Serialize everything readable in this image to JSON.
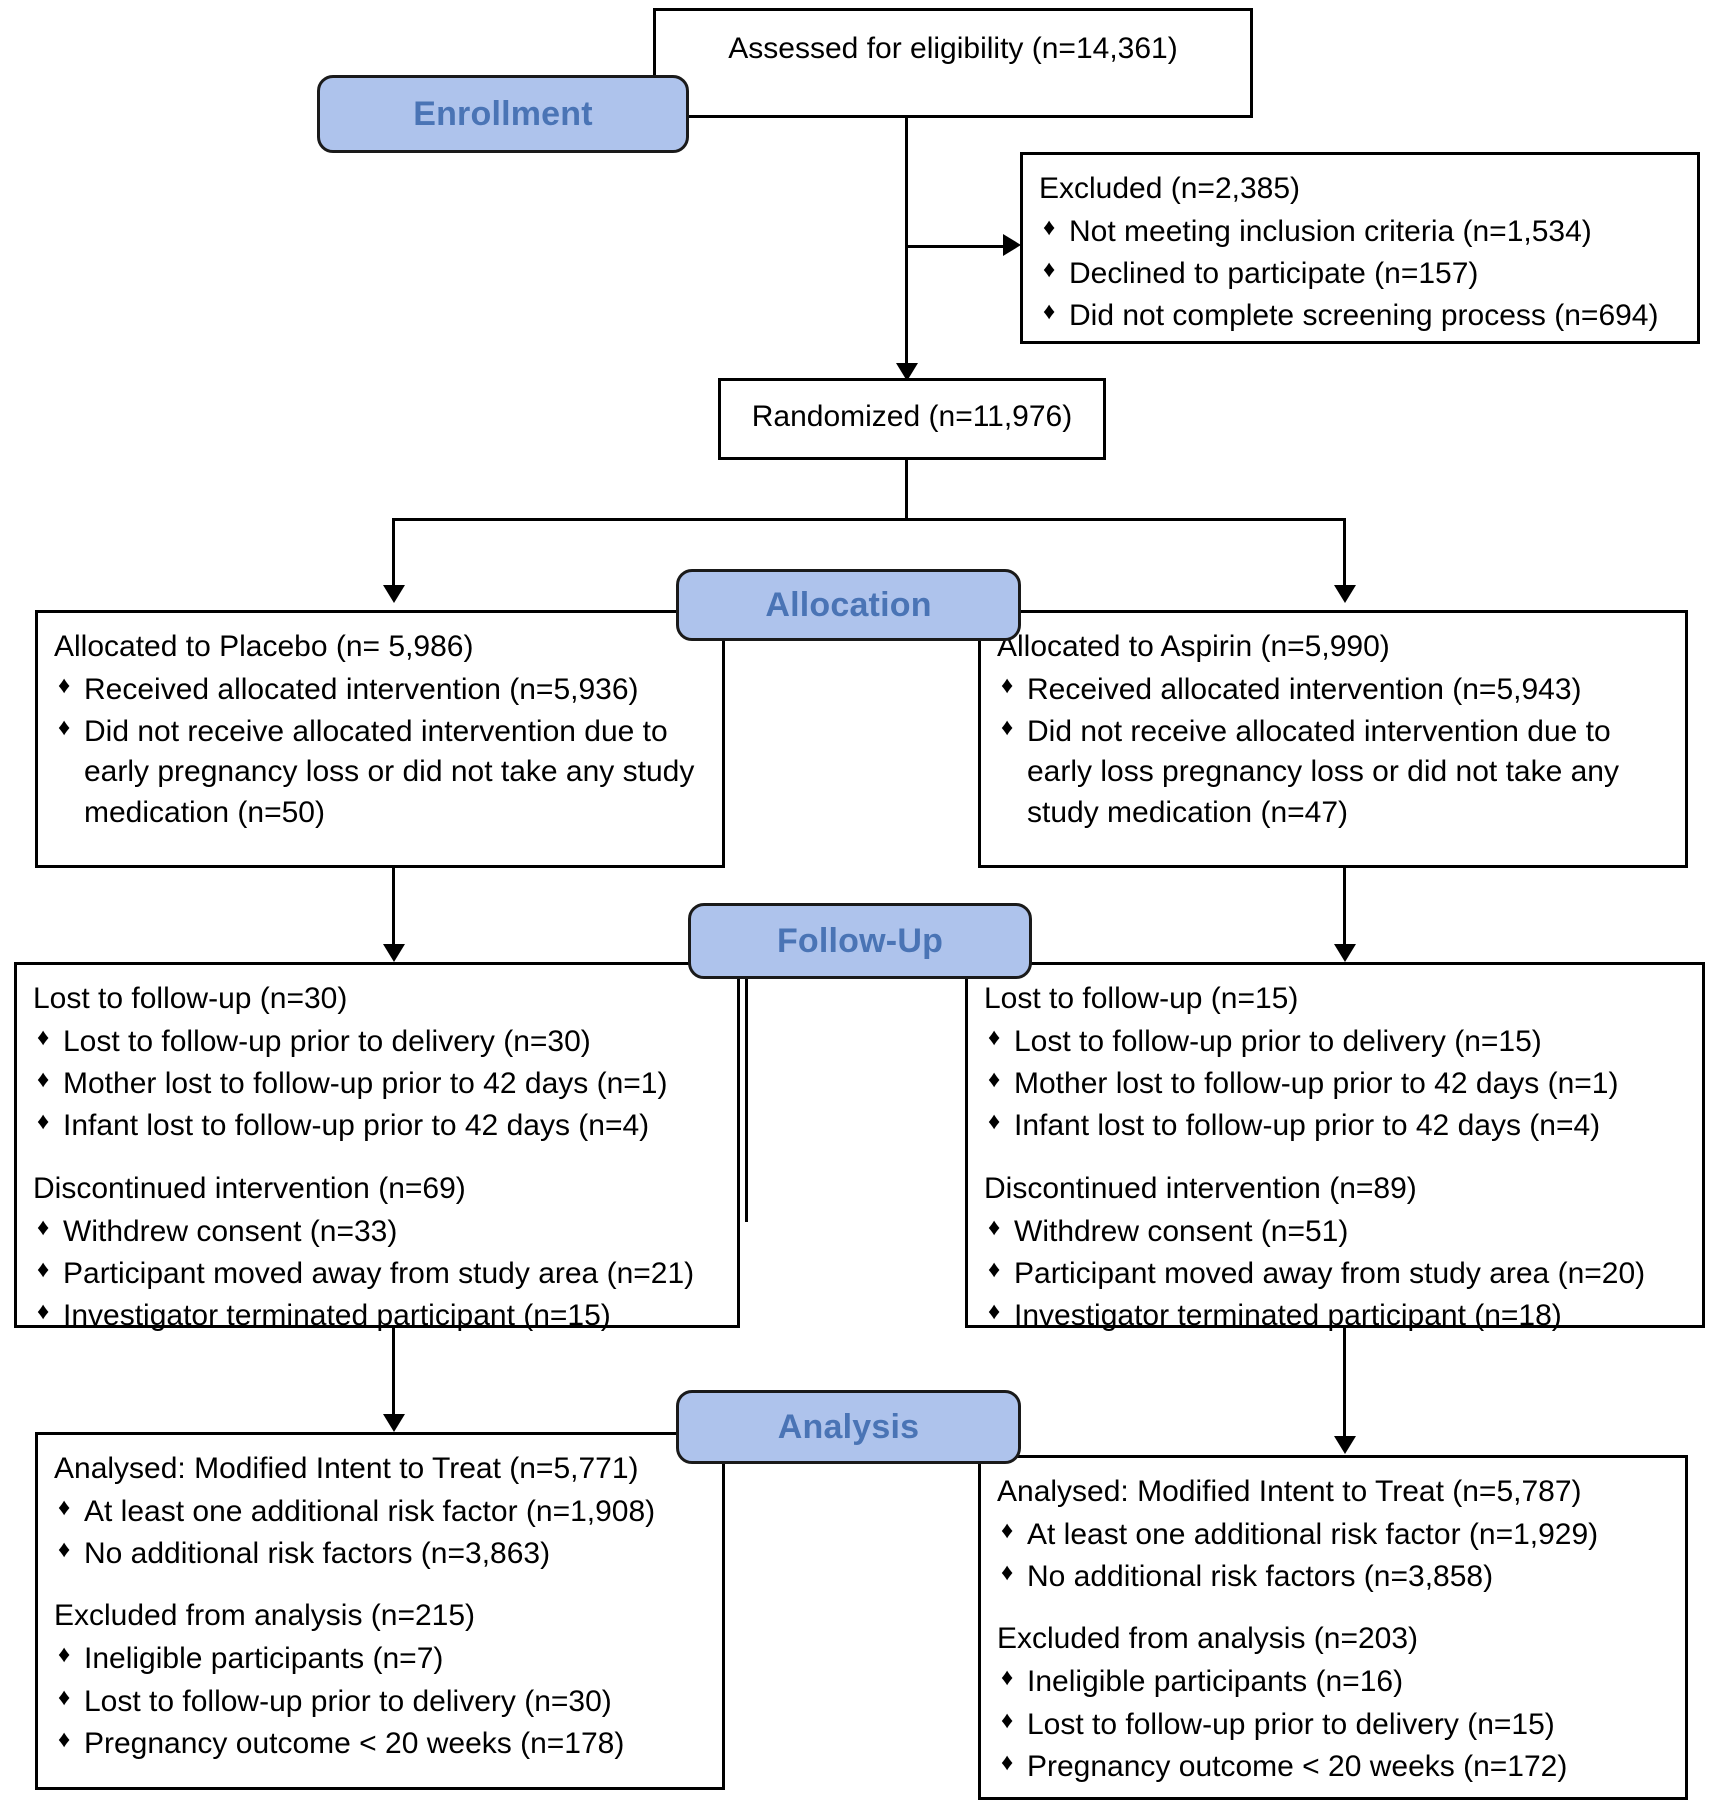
{
  "diagram": {
    "title": "CONSORT participant flow diagram",
    "accent_color": "#aec3ec",
    "label_text_color": "#4a74b5",
    "line_color": "#000000",
    "bullet_glyph": "♦"
  },
  "stages": {
    "enrollment": "Enrollment",
    "allocation": "Allocation",
    "followup": "Follow-Up",
    "analysis": "Analysis"
  },
  "enrollment": {
    "assessed": "Assessed for eligibility  (n=14,361)",
    "randomized": "Randomized (n=11,976)",
    "excluded": {
      "head": "Excluded (n=2,385)",
      "items": [
        "Not meeting inclusion criteria (n=1,534)",
        "Declined to participate (n=157)",
        "Did not complete screening process (n=694)"
      ]
    }
  },
  "allocation": {
    "left": {
      "head": "Allocated to Placebo (n= 5,986)",
      "items": [
        "Received allocated intervention (n=5,936)",
        "Did not receive allocated intervention due to early pregnancy loss or did not take any study medication (n=50)"
      ]
    },
    "right": {
      "head": "Allocated to Aspirin (n=5,990)",
      "items": [
        "Received allocated intervention (n=5,943)",
        "Did not receive allocated intervention due to early loss pregnancy loss or did not take any study medication (n=47)"
      ]
    }
  },
  "followup": {
    "left": {
      "lost_head": "Lost to follow-up (n=30)",
      "lost_items": [
        "Lost to follow-up prior to delivery (n=30)",
        "Mother lost to follow-up prior to 42 days  (n=1)",
        "Infant lost to follow-up prior to 42 days (n=4)"
      ],
      "disc_head": "Discontinued intervention (n=69)",
      "disc_items": [
        "Withdrew consent (n=33)",
        "Participant moved away from study area (n=21)",
        "Investigator terminated participant (n=15)"
      ]
    },
    "right": {
      "lost_head": "Lost to follow-up (n=15)",
      "lost_items": [
        "Lost to follow-up prior to delivery (n=15)",
        "Mother lost to follow-up prior to 42 days  (n=1)",
        "Infant lost to follow-up prior to 42 days (n=4)"
      ],
      "disc_head": "Discontinued intervention (n=89)",
      "disc_items": [
        "Withdrew consent (n=51)",
        "Participant moved away from study area (n=20)",
        "Investigator terminated participant (n=18)"
      ]
    }
  },
  "analysis": {
    "left": {
      "analysed_head": "Analysed: Modified  Intent to Treat (n=5,771)",
      "analysed_items": [
        "At least one additional  risk factor (n=1,908)",
        "No additional  risk factors (n=3,863)"
      ],
      "excluded_head": "Excluded from analysis (n=215)",
      "excluded_items": [
        "Ineligible  participants (n=7)",
        "Lost to follow-up prior to delivery (n=30)",
        "Pregnancy outcome < 20 weeks (n=178)"
      ]
    },
    "right": {
      "analysed_head": "Analysed: Modified  Intent to Treat (n=5,787)",
      "analysed_items": [
        "At least one additional  risk factor (n=1,929)",
        "No additional  risk factors (n=3,858)"
      ],
      "excluded_head": "Excluded from analysis (n=203)",
      "excluded_items": [
        "Ineligible  participants (n=16)",
        "Lost to follow-up prior to delivery (n=15)",
        "Pregnancy outcome < 20 weeks (n=172)"
      ]
    }
  }
}
